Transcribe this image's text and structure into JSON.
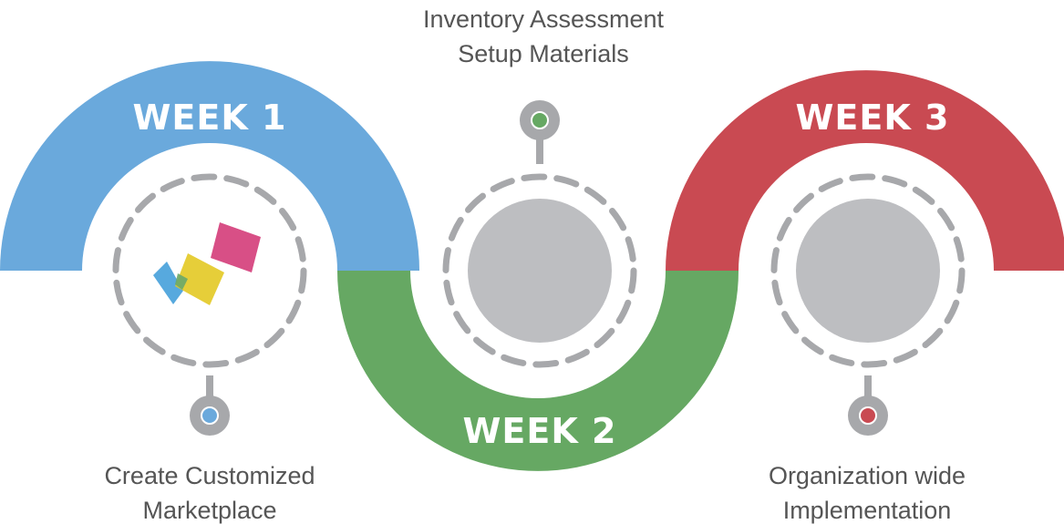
{
  "weeks": [
    {
      "label": "WEEK 1",
      "color": "#6aa9dc"
    },
    {
      "label": "WEEK 2",
      "color": "#66a863"
    },
    {
      "label": "WEEK 3",
      "color": "#c94a52"
    }
  ],
  "milestones": [
    {
      "line1": "Create Customized",
      "line2": "Marketplace",
      "dot_color": "#6aa9dc"
    },
    {
      "line1": "Inventory Assessment",
      "line2": "Setup Materials",
      "dot_color": "#66a863"
    },
    {
      "line1": "Organization wide",
      "line2": "Implementation",
      "dot_color": "#c94a52"
    }
  ],
  "icons": [
    "puzzle-pieces-icon",
    "circle-placeholder",
    "circle-placeholder"
  ],
  "colors": {
    "dashed_ring": "#a7a8ab",
    "placeholder": "#bdbec1",
    "pin": "#a7a8ab",
    "text": "#555555"
  }
}
